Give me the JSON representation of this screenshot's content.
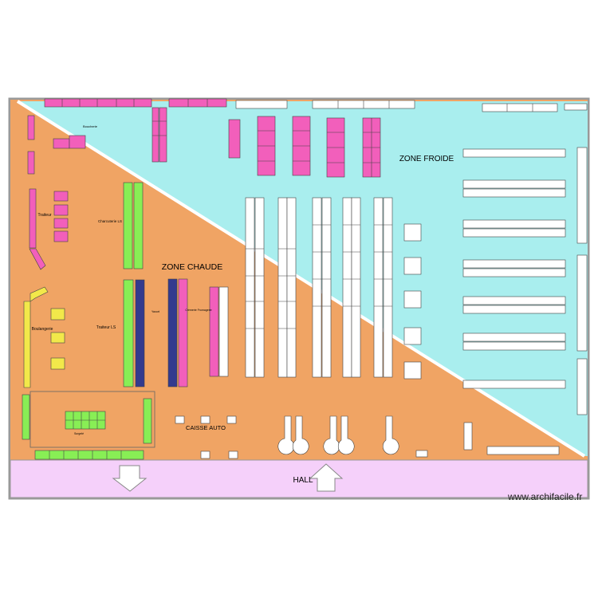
{
  "zones": {
    "cold": "ZONE FROIDE",
    "hot": "ZONE CHAUDE",
    "hall": "HALL",
    "checkout": "CAISSE AUTO"
  },
  "sections": {
    "boucherie": "Boucherie",
    "traiteur": "Traiteur",
    "charcuterie_ls": "Charcuterie LS",
    "boulangerie": "Boulangerie",
    "traiteur_ls": "Traiteur LS",
    "yaourt": "Yaourt",
    "cremerie": "Crèmerie Fromagerie",
    "surgele": "Surgelé"
  },
  "watermark": "www.archifacile.fr",
  "colors": {
    "cold_zone": "#a9eeee",
    "hot_zone": "#f0a464",
    "hall": "#f5d0fa",
    "pink": "#f25fbb",
    "green": "#88ee55",
    "navy": "#333a8e",
    "yellow": "#f2e84a",
    "white": "#ffffff",
    "wall": "#999999"
  }
}
